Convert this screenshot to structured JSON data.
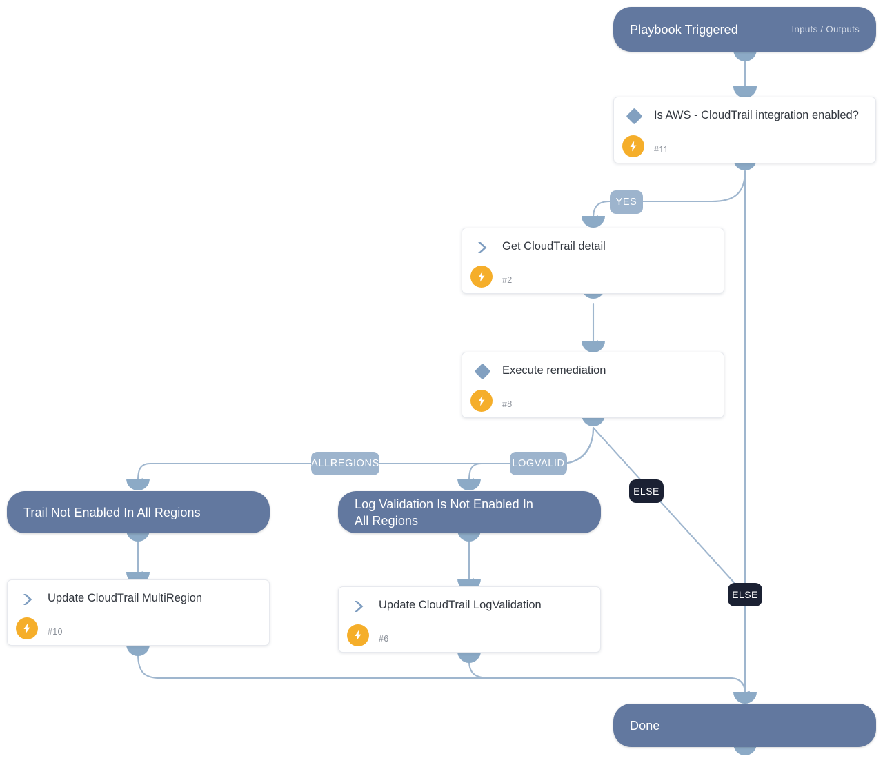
{
  "diagram": {
    "type": "playbook-flow",
    "title": "AWS CloudTrail remediation playbook",
    "colors": {
      "pill_fill": "#62789f",
      "card_fill": "#ffffff",
      "label_fill": "#9db4cd",
      "else_label_fill": "#1b2133",
      "edge_stroke": "#9fb6ce",
      "port_fill": "#8caac6",
      "bolt_fill": "#f5ae2a",
      "diamond_icon": "#82a0c0",
      "chevron_icon": "#7e9dc0"
    }
  },
  "nodes": {
    "start": {
      "title": "Playbook Triggered",
      "sub": "Inputs / Outputs",
      "kind": "pill"
    },
    "condition_integration": {
      "title": "Is AWS - CloudTrail integration enabled?",
      "num": "#11",
      "icon": "diamond-icon",
      "badge": "lightning-bolt-icon",
      "kind": "card"
    },
    "get_detail": {
      "title": "Get CloudTrail detail",
      "num": "#2",
      "icon": "chevron-right-icon",
      "badge": "lightning-bolt-icon",
      "kind": "card"
    },
    "execute_remediation": {
      "title": "Execute remediation",
      "num": "#8",
      "icon": "diamond-icon",
      "badge": "lightning-bolt-icon",
      "kind": "card"
    },
    "trail_not_enabled": {
      "title": "Trail Not Enabled In All Regions",
      "kind": "pill"
    },
    "log_validation_not_enabled": {
      "title": "Log Validation Is Not Enabled In\nAll Regions",
      "kind": "pill"
    },
    "update_multiregion": {
      "title": "Update CloudTrail MultiRegion",
      "num": "#10",
      "icon": "chevron-right-icon",
      "badge": "lightning-bolt-icon",
      "kind": "card"
    },
    "update_logvalidation": {
      "title": "Update CloudTrail LogValidation",
      "num": "#6",
      "icon": "chevron-right-icon",
      "badge": "lightning-bolt-icon",
      "kind": "card"
    },
    "done": {
      "title": "Done",
      "kind": "pill"
    }
  },
  "edge_labels": {
    "yes": "YES",
    "allregions": "ALLREGIONS",
    "logvalid": "LOGVALID",
    "else_top": "ELSE",
    "else_bottom": "ELSE"
  }
}
